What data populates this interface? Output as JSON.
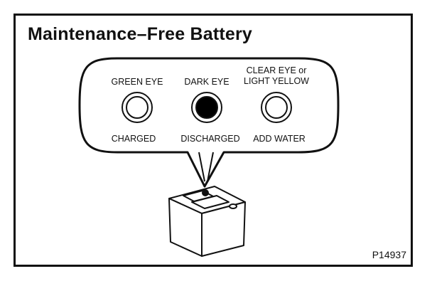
{
  "title": "Maintenance–Free Battery",
  "figure_code": "P14937",
  "indicators": [
    {
      "top_label": "GREEN EYE",
      "bottom_label": "CHARGED",
      "eye_color": "#ffffff"
    },
    {
      "top_label": "DARK EYE",
      "bottom_label": "DISCHARGED",
      "eye_color": "#000000"
    },
    {
      "top_label_line1": "CLEAR EYE or",
      "top_label_line2": "LIGHT YELLOW",
      "bottom_label": "ADD WATER",
      "eye_color": "#ffffff"
    }
  ]
}
